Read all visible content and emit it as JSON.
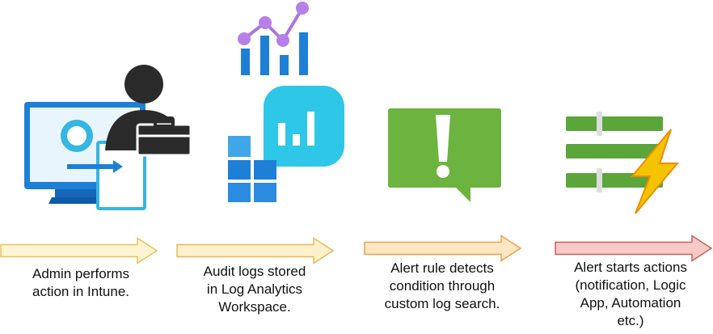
{
  "steps": [
    {
      "icon": "admin-monitor-icon",
      "label_lines": [
        "Admin performs",
        "action in Intune."
      ],
      "arrow_fill": "#fff4d1",
      "arrow_stroke": "#e8c25e"
    },
    {
      "icon": "log-analytics-icon",
      "label_lines": [
        "Audit logs stored",
        "in Log Analytics",
        "Workspace."
      ],
      "arrow_fill": "#fff0cc",
      "arrow_stroke": "#e8b75a"
    },
    {
      "icon": "alert-bubble-icon",
      "label_lines": [
        "Alert rule detects",
        "condition through",
        "custom log search."
      ],
      "arrow_fill": "#ffe7c4",
      "arrow_stroke": "#e8a24e"
    },
    {
      "icon": "action-group-icon",
      "label_lines": [
        "Alert starts actions",
        "(notification, Logic",
        "App, Automation",
        "etc.)"
      ],
      "arrow_fill": "#f8c9c6",
      "arrow_stroke": "#c9605a"
    }
  ],
  "colors": {
    "monitor_blue": "#1e7fd6",
    "person_dark": "#2b2b2b",
    "analytics_cyan": "#2fc7e8",
    "alert_green": "#6db33f",
    "bolt_yellow": "#f5c400"
  }
}
